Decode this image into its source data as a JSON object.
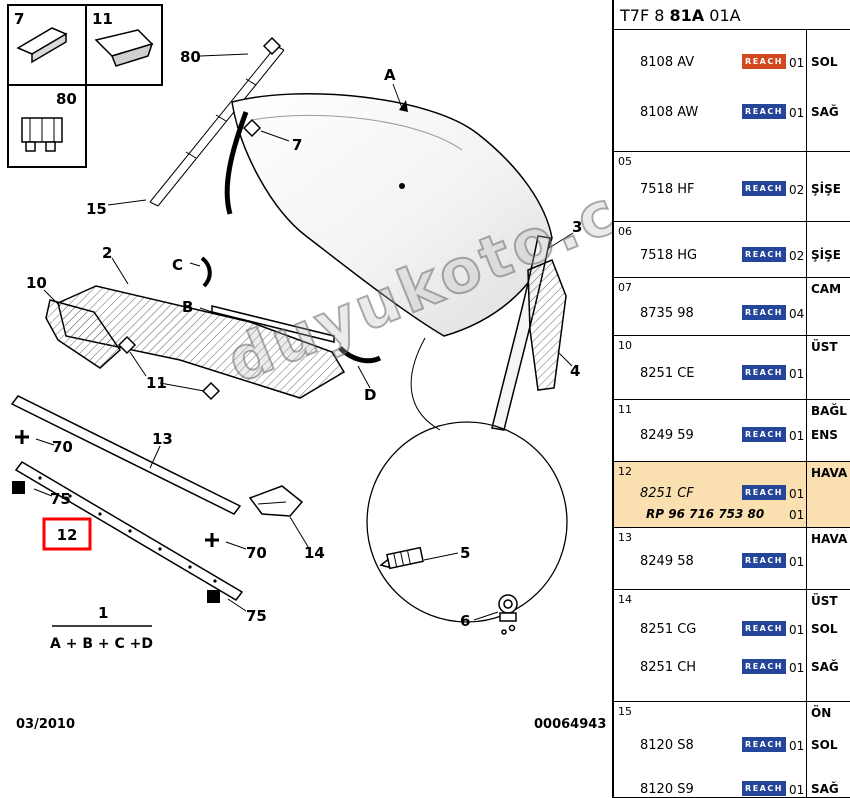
{
  "colors": {
    "reach_badge": "#24459A",
    "reach_badge_alt": "#D2491F",
    "highlight_row": "#FAE0B0",
    "highlight_callout_border": "#FF0000"
  },
  "header": {
    "title_prefix": "T7F 8 ",
    "title_bold": "81A",
    "title_suffix": " 01A"
  },
  "diagram": {
    "watermark": "duyukoto.com",
    "date": "03/2010",
    "doc_number": "00064943",
    "legend": {
      "numerator": "1",
      "denominator": "A + B + C +D"
    },
    "labels": {
      "inset1": "7",
      "inset2": "11",
      "inset3": "80",
      "strip_ref": "80",
      "strip_part": "15",
      "hood_seal": "7",
      "hood": "A",
      "cowl": "2",
      "clip_c": "C",
      "strip_b": "B",
      "right_strip": "3",
      "pillar": "4",
      "curve_d": "D",
      "left_grille": "10",
      "diamond_11": "11",
      "bar_13": "13",
      "bolt_70": "70",
      "square_75": "75",
      "highlight_12": "12",
      "bracket_14": "14",
      "clip_5": "5",
      "nozzle_6": "6"
    }
  },
  "table": {
    "reach_label": "REACH",
    "groups": [
      {
        "ref": "",
        "top_desc": "",
        "parts": [
          {
            "number": "8108 AV",
            "qty": "01",
            "desc": "SOL"
          },
          {
            "number": "8108 AW",
            "qty": "01",
            "desc": "SAĞ"
          }
        ]
      },
      {
        "ref": "05",
        "top_desc": "ŞİŞE",
        "parts": [
          {
            "number": "7518 HF",
            "qty": "02",
            "desc": ""
          }
        ]
      },
      {
        "ref": "06",
        "top_desc": "ŞİŞE",
        "parts": [
          {
            "number": "7518 HG",
            "qty": "02",
            "desc": ""
          }
        ]
      },
      {
        "ref": "07",
        "top_desc": "CAM",
        "parts": [
          {
            "number": "8735 98",
            "qty": "04",
            "desc": ""
          }
        ]
      },
      {
        "ref": "10",
        "top_desc": "ÜST",
        "parts": [
          {
            "number": "8251 CE",
            "qty": "01",
            "desc": ""
          }
        ]
      },
      {
        "ref": "11",
        "top_desc": "BAĞL",
        "parts": [
          {
            "number": "8249 59",
            "qty": "01",
            "desc": "ENS"
          }
        ]
      },
      {
        "ref": "12",
        "top_desc": "HAVA",
        "highlighted": true,
        "parts": [
          {
            "number": "8251 CF",
            "qty": "01",
            "desc": ""
          }
        ],
        "sub_part": {
          "number": "RP 96 716 753 80",
          "qty": "01"
        }
      },
      {
        "ref": "13",
        "top_desc": "HAVA",
        "parts": [
          {
            "number": "8249 58",
            "qty": "01",
            "desc": ""
          }
        ]
      },
      {
        "ref": "14",
        "top_desc": "ÜST",
        "parts": [
          {
            "number": "8251 CG",
            "qty": "01",
            "desc": "SOL"
          },
          {
            "number": "8251 CH",
            "qty": "01",
            "desc": "SAĞ"
          }
        ]
      },
      {
        "ref": "15",
        "top_desc": "ÖN",
        "parts": [
          {
            "number": "8120 S8",
            "qty": "01",
            "desc": "SOL"
          },
          {
            "number": "8120 S9",
            "qty": "01",
            "desc": "SAĞ"
          }
        ]
      }
    ]
  }
}
